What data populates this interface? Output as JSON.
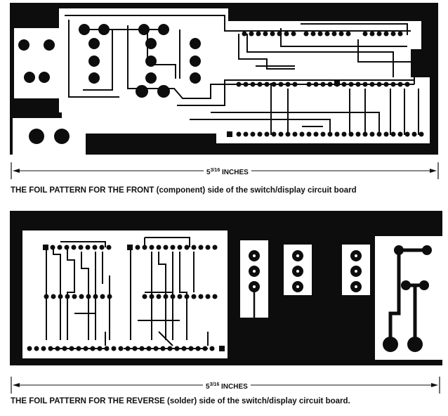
{
  "front": {
    "dimension_whole": "5",
    "dimension_numerator": "3",
    "dimension_denominator": "16",
    "dimension_unit": "INCHES",
    "caption_prefix": "THE FOIL PATTERN FOR THE FRONT",
    "caption_suffix": " (component) side of the switch/display circuit board"
  },
  "reverse": {
    "dimension_whole": "5",
    "dimension_numerator": "3",
    "dimension_denominator": "16",
    "dimension_unit": "INCHES",
    "caption_prefix": "THE FOIL PATTERN FOR THE REVERSE",
    "caption_suffix": " (solder) side of the switch/display circuit board."
  },
  "colors": {
    "foil": "#0d0d0d",
    "board": "#ffffff",
    "text": "#111111"
  }
}
